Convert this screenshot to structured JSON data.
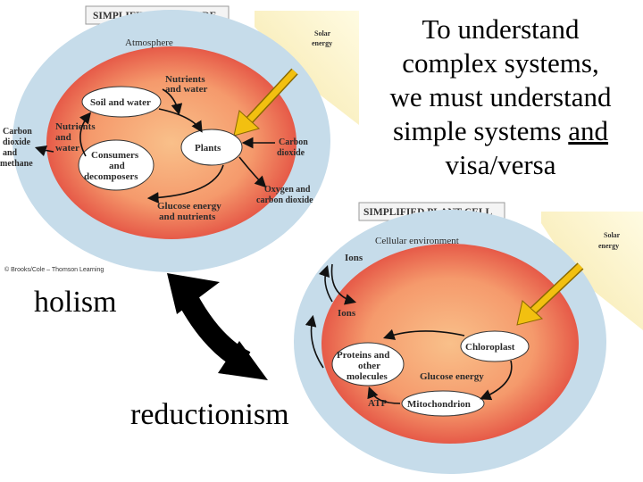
{
  "main_text": {
    "line1": "To understand",
    "line2": "complex systems,",
    "line3": "we must understand",
    "line4_prefix": "simple systems ",
    "line4_underlined": "and",
    "line5": "visa/versa"
  },
  "labels": {
    "holism": "holism",
    "reductionism": "reductionism"
  },
  "biosphere": {
    "title": "SIMPLIFIED BIOSPHERE",
    "solar_line1": "Solar",
    "solar_line2": "energy",
    "atmosphere": "Atmosphere",
    "soil_and_water": "Soil and water",
    "nutrients_top_line1": "Nutrients",
    "nutrients_top_line2": "and water",
    "nutrients_left_line1": "Nutrients",
    "nutrients_left_line2": "and",
    "nutrients_left_line3": "water",
    "plants": "Plants",
    "consumers_line1": "Consumers",
    "consumers_line2": "and",
    "consumers_line3": "decomposers",
    "carbon_left_line1": "Carbon",
    "carbon_left_line2": "dioxide",
    "carbon_left_line3": "and",
    "carbon_left_line4": "methane",
    "carbon_right_line1": "Carbon",
    "carbon_right_line2": "dioxide",
    "oxygen_line1": "Oxygen and",
    "oxygen_line2": "carbon dioxide",
    "glucose_line1": "Glucose energy",
    "glucose_line2": "and nutrients",
    "credit": "© Brooks/Cole – Thomson Learning"
  },
  "plant_cell": {
    "title": "SIMPLIFIED PLANT CELL",
    "solar_line1": "Solar",
    "solar_line2": "energy",
    "cellular_environment": "Cellular environment",
    "ions_top": "Ions",
    "ions_inner": "Ions",
    "chloroplast": "Chloroplast",
    "proteins_line1": "Proteins and",
    "proteins_line2": "other",
    "proteins_line3": "molecules",
    "glucose_energy": "Glucose energy",
    "atp": "ATP",
    "mitochondrion": "Mitochondrion"
  },
  "colors": {
    "outer_ring": "#c6dcea",
    "sphere_center": "#f7b07a",
    "sphere_edge": "#e8604a",
    "sunlight": "#fdf6c0",
    "arrow_yellow": "#f2c010",
    "double_arrow": "#000000"
  }
}
